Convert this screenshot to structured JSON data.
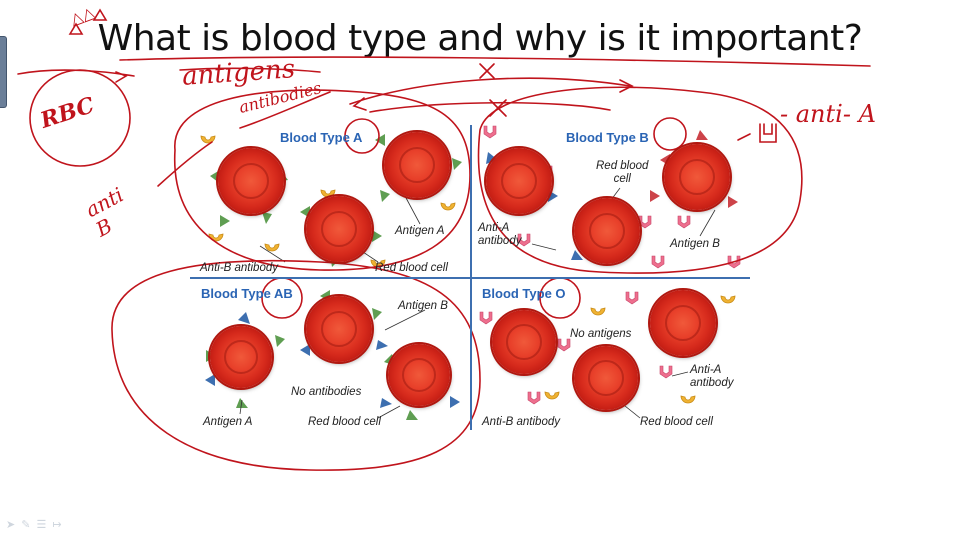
{
  "slide": {
    "title": "What is blood type and why is it important?"
  },
  "panels": {
    "type_a": {
      "title": "Blood Type A",
      "antigen_label": "Antigen A",
      "antibody_label": "Anti-B antibody",
      "cell_label": "Red blood cell"
    },
    "type_b": {
      "title": "Blood Type B",
      "cell_label": "Red blood\ncell",
      "antibody_label": "Anti-A\nantibody",
      "antigen_label": "Antigen B"
    },
    "type_ab": {
      "title": "Blood Type AB",
      "antigen_b_label": "Antigen B",
      "no_antibodies_label": "No antibodies",
      "antigen_a_label": "Antigen A",
      "cell_label": "Red blood cell"
    },
    "type_o": {
      "title": "Blood Type O",
      "no_antigens_label": "No antigens",
      "anti_a_label": "Anti-A\nantibody",
      "anti_b_label": "Anti-B antibody",
      "cell_label": "Red blood cell"
    }
  },
  "annotations": {
    "antigens": "antigens",
    "antibodies": "antibodies",
    "rbc": "RBC",
    "anti_b": "anti\nB",
    "anti_a": "- anti- A",
    "triangles": "△△"
  },
  "colors": {
    "title_blue": "#2a64b4",
    "divider_blue": "#3d6fb0",
    "cell_red": "#d62a1c",
    "antigen_a_green": "#5f9e52",
    "antigen_b_blue": "#3d6fb0",
    "antibody_a_pink": "#ee6f8e",
    "antibody_b_gold": "#f0b232",
    "ink_red": "#c0141c"
  },
  "toolbar": {
    "icons": [
      "pointer-icon",
      "pen-icon",
      "menu-icon",
      "next-icon"
    ],
    "glyphs": [
      "➤",
      "✎",
      "☰",
      "↦"
    ]
  }
}
